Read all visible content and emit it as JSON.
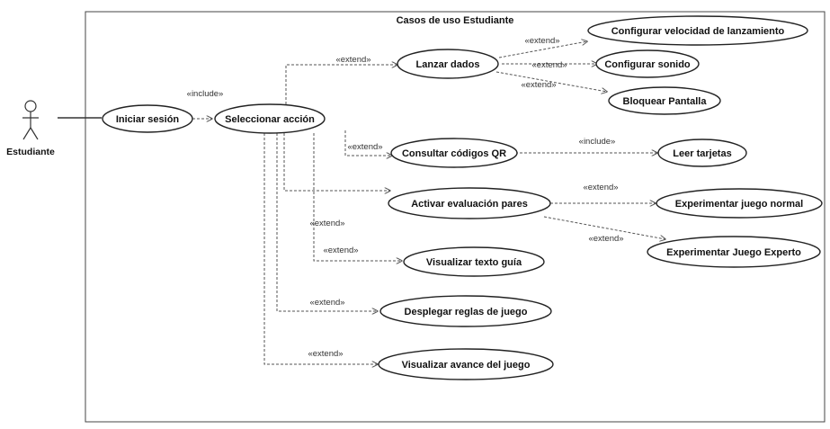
{
  "diagram": {
    "title": "Casos de uso Estudiante",
    "actor": {
      "name": "Estudiante"
    },
    "use_cases": {
      "iniciar": "Iniciar sesión",
      "seleccionar": "Seleccionar acción",
      "lanzar": "Lanzar dados",
      "config_vel": "Configurar velocidad de lanzamiento",
      "config_son": "Configurar sonido",
      "bloquear": "Bloquear Pantalla",
      "consultar": "Consultar códigos QR",
      "leer": "Leer tarjetas",
      "activar": "Activar evaluación pares",
      "normal": "Experimentar juego normal",
      "experto": "Experimentar Juego Experto",
      "texto": "Visualizar texto guía",
      "reglas": "Desplegar reglas de juego",
      "avance": "Visualizar avance del juego"
    },
    "relations": {
      "include": "«include»",
      "extend": "«extend»"
    }
  }
}
